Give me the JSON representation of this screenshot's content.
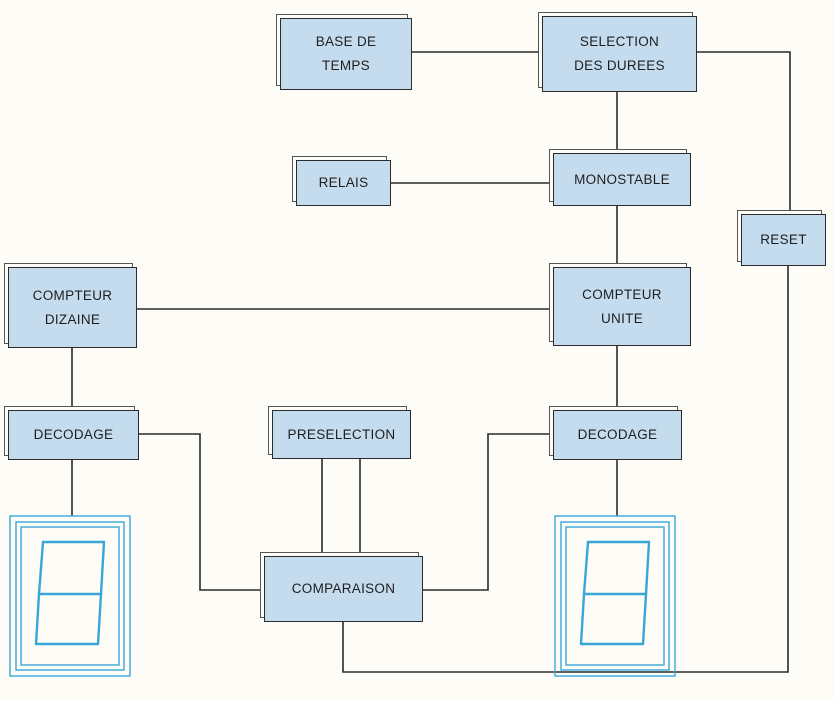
{
  "blocks": {
    "base_temps": "BASE DE\nTEMPS",
    "selection_durees": "SELECTION\nDES DUREES",
    "relais": "RELAIS",
    "monostable": "MONOSTABLE",
    "reset": "RESET",
    "compteur_dizaine": "COMPTEUR\nDIZAINE",
    "compteur_unite": "COMPTEUR\nUNITE",
    "decodage_dizaine": "DECODAGE",
    "preselection": "PRESELECTION",
    "decodage_unite": "DECODAGE",
    "comparaison": "COMPARAISON"
  },
  "displays": {
    "dizaine_digit": "8",
    "unite_digit": "8"
  },
  "colors": {
    "block_fill": "#c5dcef",
    "line": "#2b2b2b",
    "display_cyan": "#3aa6d8"
  }
}
